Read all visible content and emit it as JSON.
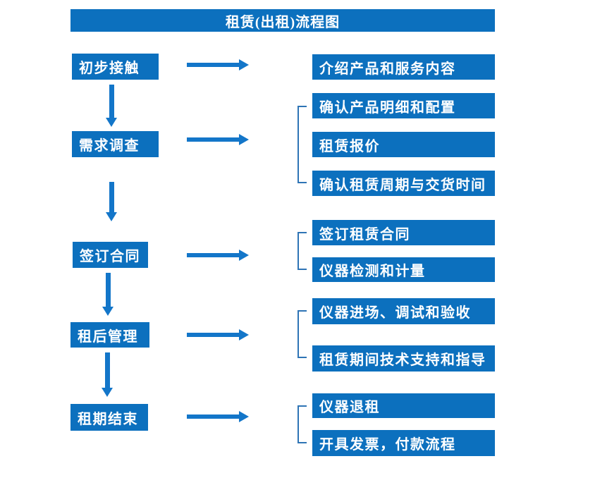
{
  "title": "租赁(出租)流程图",
  "colors": {
    "box_blue": "#0C70BE",
    "arrow_blue": "#1376C9",
    "bracket_blue": "#2E74B5",
    "text_white": "#FFFFFF"
  },
  "steps": [
    {
      "label": "初步接触",
      "details": [
        "介绍产品和服务内容"
      ]
    },
    {
      "label": "需求调查",
      "details": [
        "确认产品明细和配置",
        "租赁报价",
        "确认租赁周期与交货时间"
      ]
    },
    {
      "label": "签订合同",
      "details": [
        "签订租赁合同",
        "仪器检测和计量"
      ]
    },
    {
      "label": "租后管理",
      "details": [
        "仪器进场、调试和验收",
        "租赁期间技术支持和指导"
      ]
    },
    {
      "label": "租期结束",
      "details": [
        "仪器退租",
        "开具发票，付款流程"
      ]
    }
  ]
}
